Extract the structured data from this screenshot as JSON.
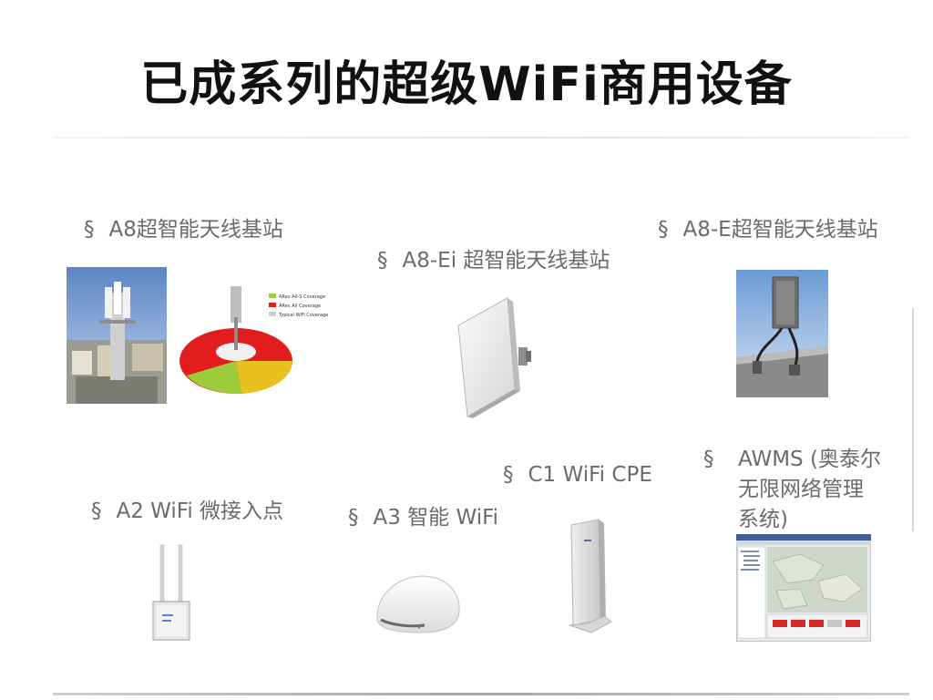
{
  "slide": {
    "title": "已成系列的超级WiFi商用设备"
  },
  "bullet_glyph": "§",
  "products": {
    "a8": {
      "label": "A8超智能天线基站",
      "legend": [
        "ARev All-S Coverage",
        "ARev All Coverage",
        "Typical WiFi Coverage"
      ]
    },
    "a8_ei": {
      "label": "A8-Ei 超智能天线基站"
    },
    "a8_e": {
      "label": "A8-E超智能天线基站"
    },
    "c1": {
      "label": "C1 WiFi CPE"
    },
    "awms": {
      "label": "AWMS (奥泰尔无限网络管理系统)"
    },
    "a2": {
      "label": "A2 WiFi 微接入点"
    },
    "a3": {
      "label": "A3 智能 WiFi"
    }
  },
  "colors": {
    "title": "#111111",
    "label": "#6b6b6b",
    "coverage_red": "#e11d1d",
    "coverage_yellow": "#e8c020",
    "coverage_green": "#9ccc3a",
    "sky": "#7fa9dc"
  }
}
